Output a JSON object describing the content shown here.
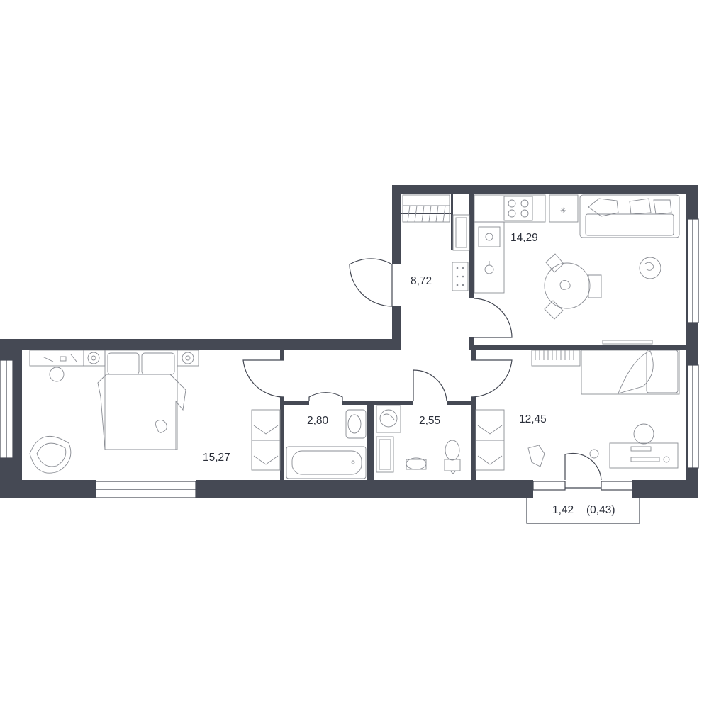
{
  "plan": {
    "colors": {
      "wall": "#454954",
      "text": "#2b2f3a",
      "furniture": "#8a8d94",
      "background": "#ffffff"
    },
    "rooms": {
      "hallway": {
        "area": "8,72"
      },
      "kitchen_living": {
        "area": "14,29"
      },
      "bedroom_left": {
        "area": "15,27"
      },
      "bathroom": {
        "area": "2,80"
      },
      "toilet": {
        "area": "2,55"
      },
      "bedroom_right": {
        "area": "12,45"
      },
      "balcony": {
        "area": "1,42",
        "reduced_area": "(0,43)"
      }
    }
  }
}
